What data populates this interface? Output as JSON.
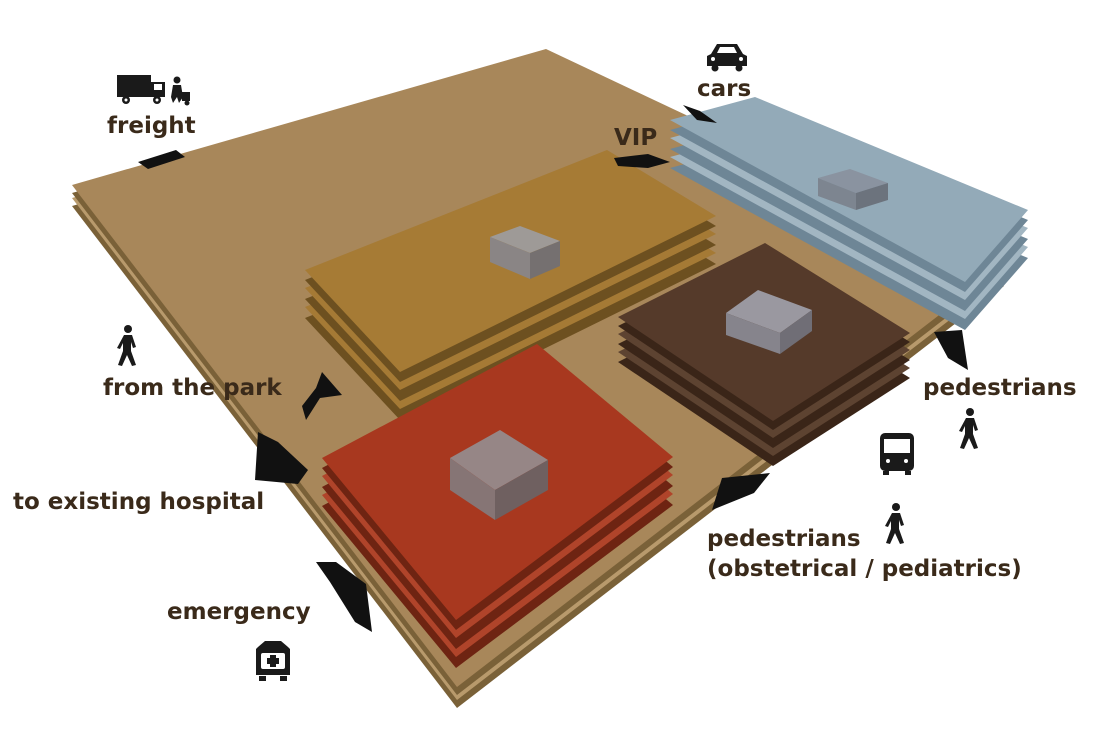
{
  "labels": {
    "freight": "freight",
    "cars": "cars",
    "vip": "VIP",
    "from_park": "from the park",
    "to_hospital": "to existing hospital",
    "emergency": "emergency",
    "pedestrians_right": "pedestrians",
    "pedestrians_bottom_line1": "pedestrians",
    "pedestrians_bottom_line2": "(obstetrical / pediatrics)"
  },
  "icons": {
    "freight": "truck-with-handcart-icon",
    "cars": "car-icon",
    "from_park": "pedestrian-icon",
    "pedestrians_right": "pedestrian-icon",
    "bus": "bus-icon",
    "pedestrians_bottom": "pedestrian-icon",
    "emergency": "ambulance-icon"
  },
  "colors": {
    "site_base": "#a8875a",
    "site_base_edge": "#7a6138",
    "orange_block": "#a57a35",
    "blue_block": "#93aab8",
    "brown_block": "#553a2a",
    "red_block": "#a8381f",
    "core_box": "#8a8585",
    "arrow": "#111111",
    "label_text": "#3a2a1a"
  }
}
